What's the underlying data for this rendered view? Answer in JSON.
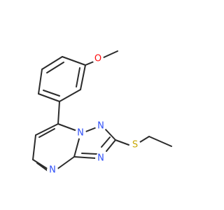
{
  "structure": {
    "atoms": {
      "o1": {
        "label": "O",
        "color": "#ff0d0d"
      },
      "n1": {
        "label": "N",
        "color": "#3050f8"
      },
      "n2": {
        "label": "N",
        "color": "#3050f8"
      },
      "n3": {
        "label": "N",
        "color": "#3050f8"
      },
      "n4": {
        "label": "N",
        "color": "#3050f8"
      },
      "s1": {
        "label": "S",
        "color": "#c8a800"
      }
    },
    "bond_color": "#2b2b2b"
  }
}
